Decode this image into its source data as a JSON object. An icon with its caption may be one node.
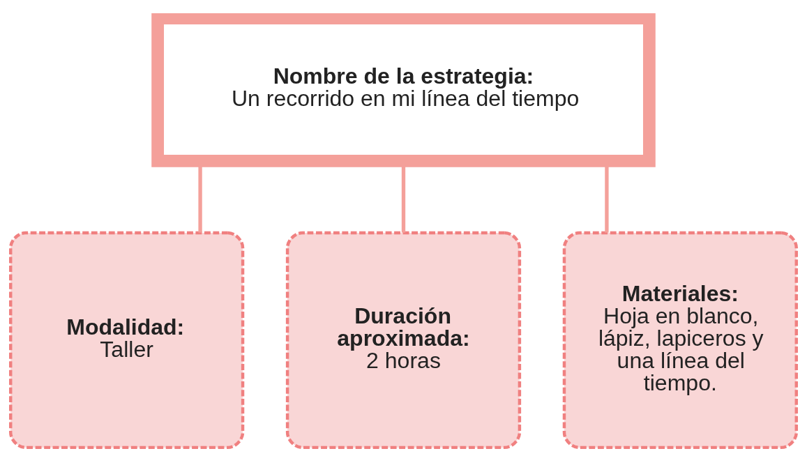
{
  "diagram": {
    "nodes": [
      {
        "text": [
          "Nombre de la estrategia:",
          "Un recorrido en mi línea del tiempo"
        ]
      },
      {
        "text": [
          "Modalidad:",
          "Taller"
        ]
      },
      {
        "text": [
          "Duración aproximada:",
          "2 horas"
        ]
      },
      {
        "text": [
          "Materiales:",
          "Hoja en blanco, lápiz, lapiceros y una línea del tiempo."
        ]
      }
    ],
    "edges": [
      {
        "from": 0,
        "to": 1,
        "arrow": "none"
      },
      {
        "from": 0,
        "to": 2,
        "arrow": "none"
      },
      {
        "from": 0,
        "to": 3,
        "arrow": "none"
      }
    ]
  }
}
